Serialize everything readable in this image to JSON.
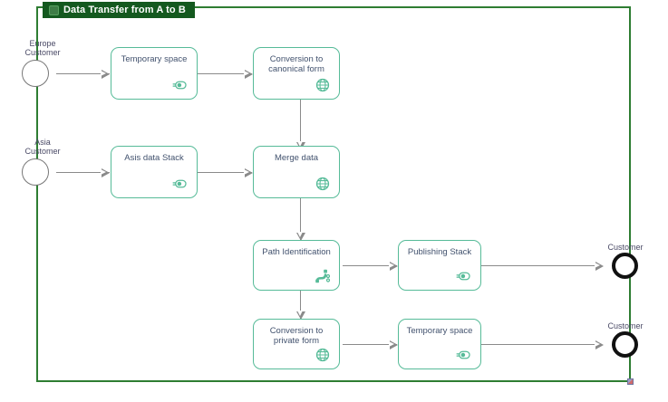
{
  "diagram": {
    "pool": {
      "title": "Data Transfer from A to B",
      "tab_icon": "pool-tab-icon",
      "border_color": "#2e7d32",
      "title_bg": "#14591f",
      "title_color": "#ffffff"
    },
    "colors": {
      "task_border": "#56bb98",
      "task_icon": "#56bb98",
      "task_text": "#42526e",
      "connector": "#8a8a8a",
      "start_event_border": "#777777",
      "end_event_border": "#111111",
      "event_label": "#4a4a66",
      "canvas_bg": "#ffffff"
    },
    "start_events": [
      {
        "id": "europe-customer",
        "label": "Europe\nCustomer"
      },
      {
        "id": "asia-customer",
        "label": "Asia\nCustomer"
      }
    ],
    "end_events": [
      {
        "id": "customer-top",
        "label": "Customer"
      },
      {
        "id": "customer-bottom",
        "label": "Customer"
      }
    ],
    "tasks": [
      {
        "id": "temporary-space-1",
        "label": "Temporary space",
        "icon": "service-stack-icon"
      },
      {
        "id": "conversion-canonical",
        "label": "Conversion to\ncanonical form",
        "icon": "globe-icon"
      },
      {
        "id": "asis-data-stack",
        "label": "Asis data Stack",
        "icon": "service-stack-icon"
      },
      {
        "id": "merge-data",
        "label": "Merge data",
        "icon": "globe-icon"
      },
      {
        "id": "path-identification",
        "label": "Path Identification",
        "icon": "routing-path-icon"
      },
      {
        "id": "publishing-stack",
        "label": "Publishing Stack",
        "icon": "service-stack-icon"
      },
      {
        "id": "conversion-private",
        "label": "Conversion to\nprivate form",
        "icon": "globe-icon"
      },
      {
        "id": "temporary-space-2",
        "label": "Temporary space",
        "icon": "service-stack-icon"
      }
    ],
    "flows": [
      {
        "from": "europe-customer",
        "to": "temporary-space-1"
      },
      {
        "from": "temporary-space-1",
        "to": "conversion-canonical"
      },
      {
        "from": "conversion-canonical",
        "to": "merge-data"
      },
      {
        "from": "asia-customer",
        "to": "asis-data-stack"
      },
      {
        "from": "asis-data-stack",
        "to": "merge-data"
      },
      {
        "from": "merge-data",
        "to": "path-identification"
      },
      {
        "from": "path-identification",
        "to": "publishing-stack"
      },
      {
        "from": "path-identification",
        "to": "conversion-private"
      },
      {
        "from": "publishing-stack",
        "to": "customer-top"
      },
      {
        "from": "conversion-private",
        "to": "temporary-space-2"
      },
      {
        "from": "temporary-space-2",
        "to": "customer-bottom"
      }
    ]
  }
}
